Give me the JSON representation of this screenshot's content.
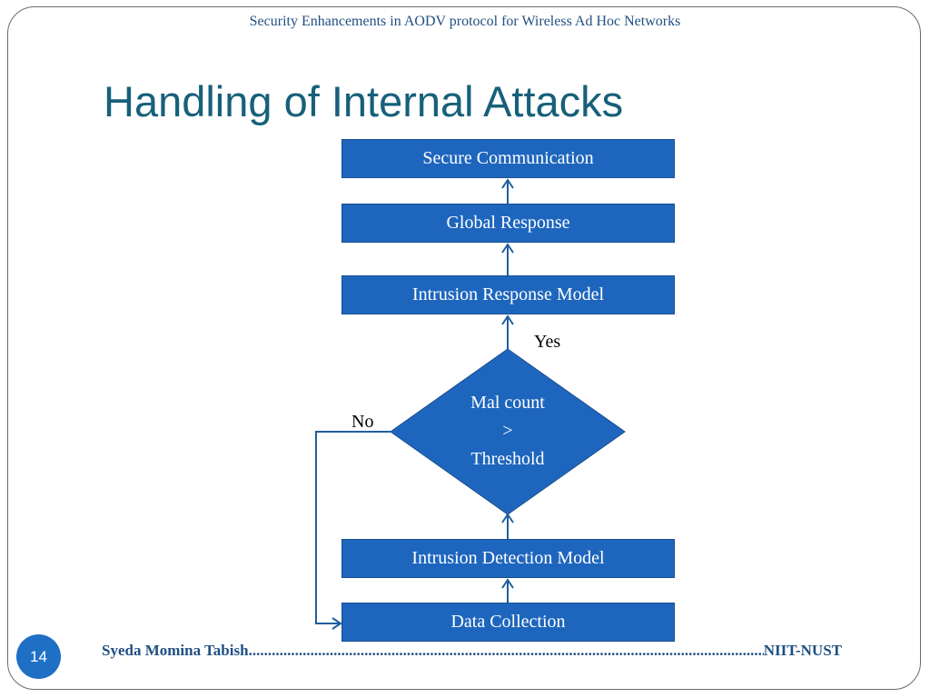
{
  "header": {
    "text": "Security Enhancements in AODV protocol for Wireless Ad Hoc Networks"
  },
  "title": "Handling of Internal Attacks",
  "flow": {
    "secure_communication": "Secure Communication",
    "global_response": "Global Response",
    "intrusion_response_model": "Intrusion Response Model",
    "decision": {
      "line1": "Mal count",
      "line2": ">",
      "line3": "Threshold"
    },
    "yes_label": "Yes",
    "no_label": "No",
    "intrusion_detection_model": "Intrusion Detection Model",
    "data_collection": "Data Collection"
  },
  "footer": {
    "author": "Syeda Momina Tabish ",
    "dots": "..............................................................................................................................................",
    "org": " NIIT-NUST"
  },
  "page_number": "14",
  "colors": {
    "box_fill": "#1e66bd",
    "title": "#17607a",
    "connector": "#1f5f9e"
  }
}
